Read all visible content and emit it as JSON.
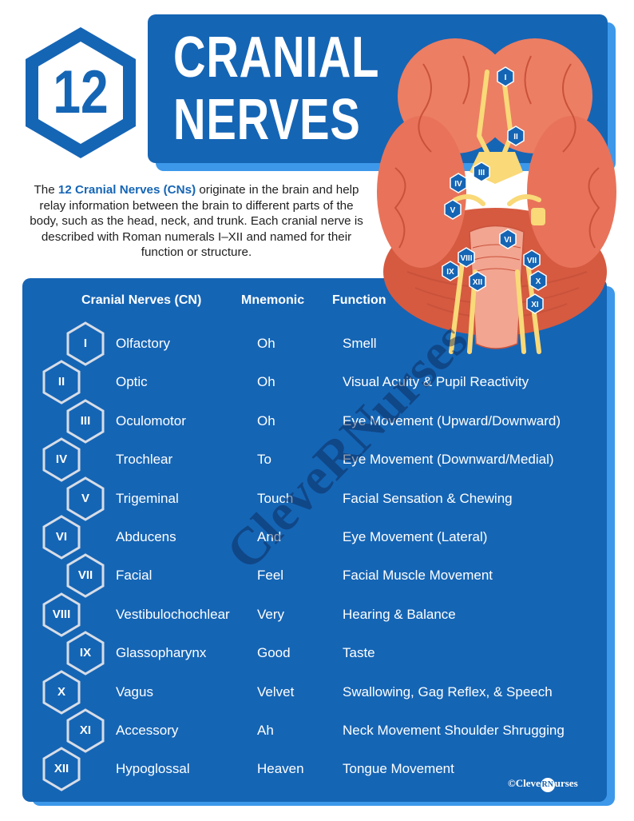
{
  "badge": {
    "number": "12"
  },
  "title": {
    "line1": "CRANIAL",
    "line2": "NERVES"
  },
  "intro": {
    "before": "The ",
    "highlight": "12 Cranial Nerves (CNs)",
    "after": " originate in the brain and help relay information between the brain to different parts of the body, such as the head, neck, and trunk. Each cranial nerve is described with Roman numerals I–XII  and named for their function or structure."
  },
  "table": {
    "headers": {
      "nerve": "Cranial Nerves (CN)",
      "mnemonic": "Mnemonic",
      "function": "Function"
    },
    "rows": [
      {
        "numeral": "I",
        "name": "Olfactory",
        "mnemonic": "Oh",
        "function": "Smell"
      },
      {
        "numeral": "II",
        "name": "Optic",
        "mnemonic": "Oh",
        "function": "Visual Acuity & Pupil Reactivity"
      },
      {
        "numeral": "III",
        "name": "Oculomotor",
        "mnemonic": "Oh",
        "function": "Eye Movement (Upward/Downward)"
      },
      {
        "numeral": "IV",
        "name": "Trochlear",
        "mnemonic": "To",
        "function": "Eye Movement (Downward/Medial)"
      },
      {
        "numeral": "V",
        "name": "Trigeminal",
        "mnemonic": "Touch",
        "function": "Facial Sensation & Chewing"
      },
      {
        "numeral": "VI",
        "name": "Abducens",
        "mnemonic": "And",
        "function": "Eye Movement (Lateral)"
      },
      {
        "numeral": "VII",
        "name": "Facial",
        "mnemonic": "Feel",
        "function": "Facial Muscle Movement"
      },
      {
        "numeral": "VIII",
        "name": "Vestibulochochlear",
        "mnemonic": "Very",
        "function": "Hearing & Balance"
      },
      {
        "numeral": "IX",
        "name": "Glassopharynx",
        "mnemonic": "Good",
        "function": "Taste"
      },
      {
        "numeral": "X",
        "name": "Vagus",
        "mnemonic": "Velvet",
        "function": "Swallowing, Gag Reflex, & Speech"
      },
      {
        "numeral": "XI",
        "name": "Accessory",
        "mnemonic": "Ah",
        "function": "Neck Movement Shoulder Shrugging"
      },
      {
        "numeral": "XII",
        "name": "Hypoglossal",
        "mnemonic": "Heaven",
        "function": "Tongue Movement"
      }
    ]
  },
  "brain_labels": [
    "I",
    "II",
    "III",
    "IV",
    "V",
    "VI",
    "VII",
    "VIII",
    "IX",
    "X",
    "XI",
    "XII"
  ],
  "watermark": "CleveRNurses",
  "logo": {
    "copyright": "©",
    "prefix": "Cleve",
    "badge": "RN",
    "suffix": "urses"
  },
  "colors": {
    "primary": "#1565b5",
    "accent": "#3d98ea",
    "brain": "#e8735a",
    "nerve": "#fbe08a"
  }
}
